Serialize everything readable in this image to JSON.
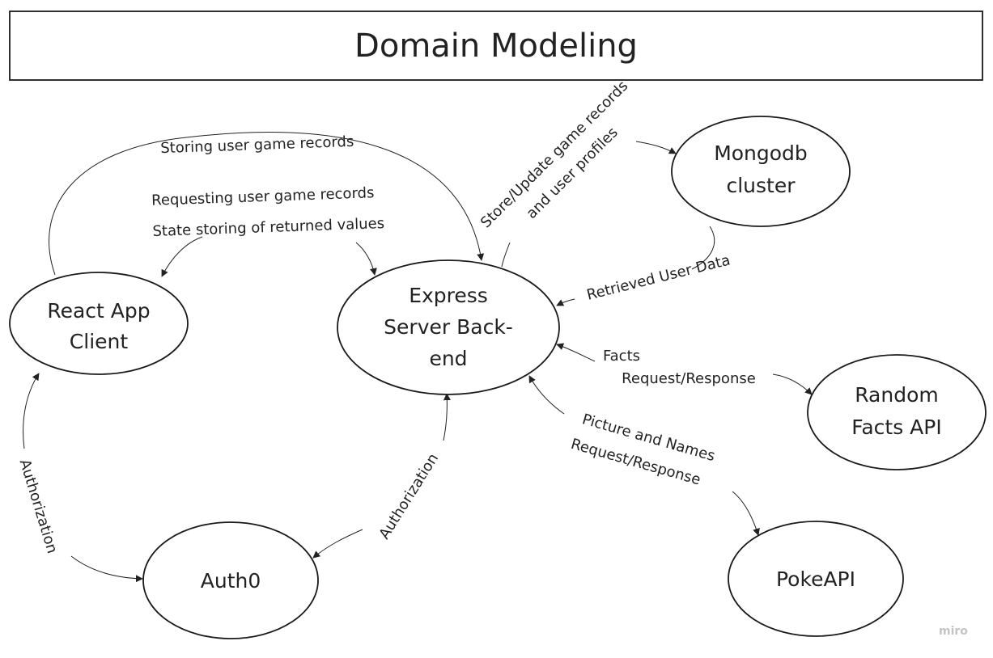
{
  "title": "Domain Modeling",
  "watermark": "miro",
  "nodes": {
    "react": [
      "React App",
      "Client"
    ],
    "express": [
      "Express",
      "Server Back-",
      "end"
    ],
    "mongo": [
      "Mongodb",
      "cluster"
    ],
    "random": [
      "Random",
      "Facts API"
    ],
    "auth0": [
      "Auth0"
    ],
    "poke": [
      "PokeAPI"
    ]
  },
  "edges": {
    "storing": "Storing user game records",
    "requesting": "Requesting user game records",
    "state": "State storing of returned values",
    "store_update_1": "Store/Update game records",
    "store_update_2": "and user profiles",
    "retrieved": "Retrieved User Data",
    "facts_1": "Facts",
    "facts_2": "Request/Response",
    "picture_1": "Picture and Names",
    "picture_2": "Request/Response",
    "auth_left": "Authorization",
    "auth_right": "Authorization"
  }
}
